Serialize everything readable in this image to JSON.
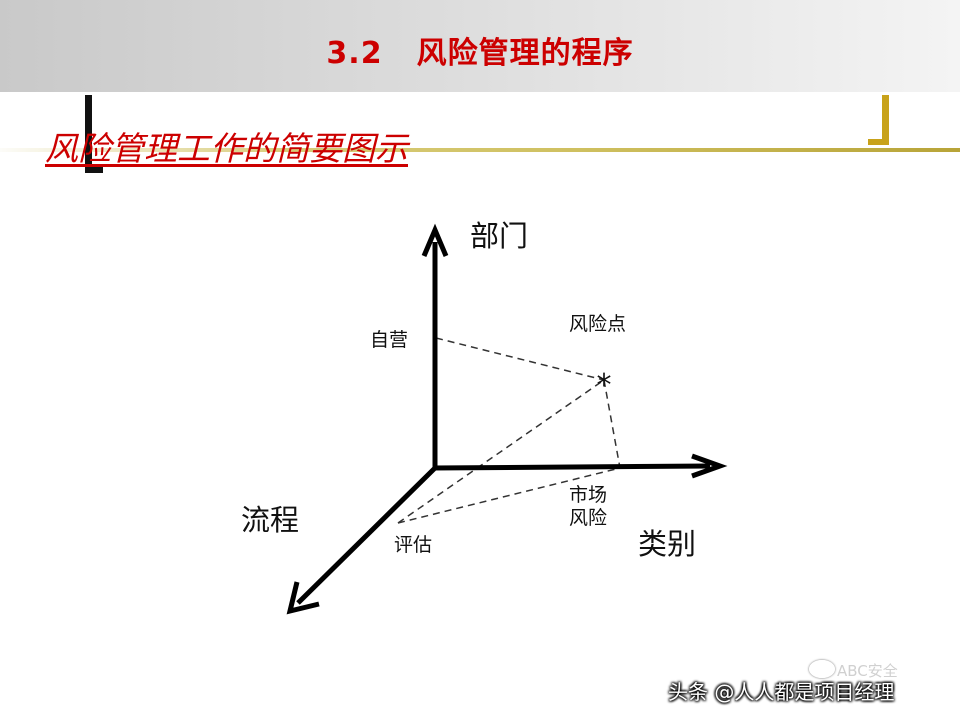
{
  "slide": {
    "title_number": "3.2",
    "title_text": "风险管理的程序",
    "subtitle": "风险管理工作的简要图示"
  },
  "diagram": {
    "axis_y_label": "部门",
    "axis_x_label": "类别",
    "axis_z_label": "流程",
    "y_tick": "自营",
    "x_tick_line1": "市场",
    "x_tick_line2": "风险",
    "z_tick": "评估",
    "point_label": "风险点",
    "point_marker": "*"
  },
  "watermark": {
    "faint": "ABC安全",
    "text": "头条 @人人都是项目经理"
  },
  "colors": {
    "title_red": "#cc0000",
    "accent_gold": "#c8a21a",
    "header_gray": "#d0d0d0"
  }
}
